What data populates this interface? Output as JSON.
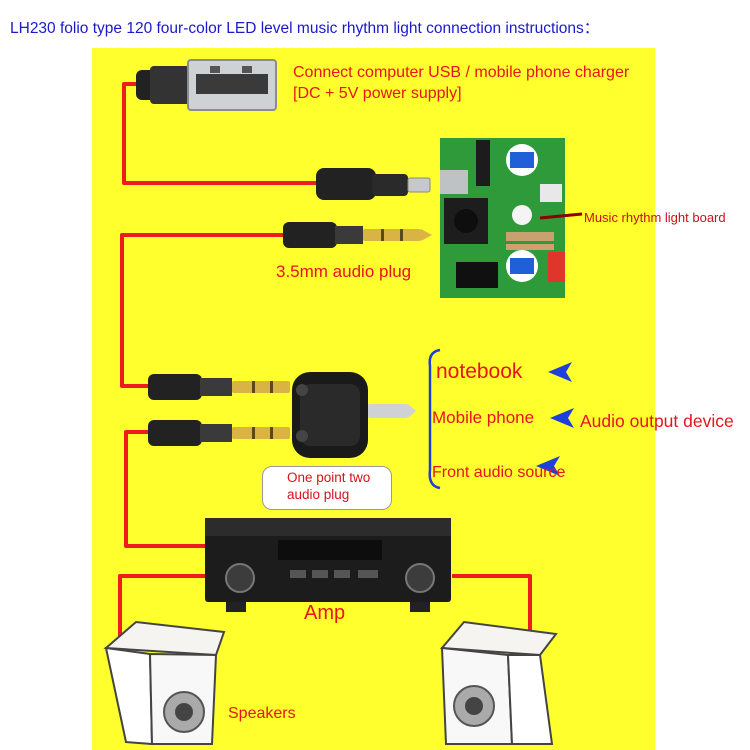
{
  "title": "LH230 folio type 120 four-color LED level music rhythm light connection instructions：",
  "labels": {
    "usb_line1": "Connect computer USB / mobile phone charger",
    "usb_line2": "[DC + 5V power supply]",
    "board": "Music rhythm light board",
    "audio_plug": "3.5mm audio plug",
    "notebook": "notebook",
    "mobile_phone": "Mobile phone",
    "audio_output_device": "Audio output device",
    "front_audio_source": "Front audio source",
    "splitter_line1": "One point two",
    "splitter_line2": "audio plug",
    "amp": "Amp",
    "speakers": "Speakers"
  },
  "colors": {
    "panel": "#ffff2e",
    "wire": "#ee1c1c",
    "label": "#e8141b",
    "title": "#1a1acc",
    "arrow": "#1e3fd8",
    "pcb": "#2f9a3a"
  }
}
